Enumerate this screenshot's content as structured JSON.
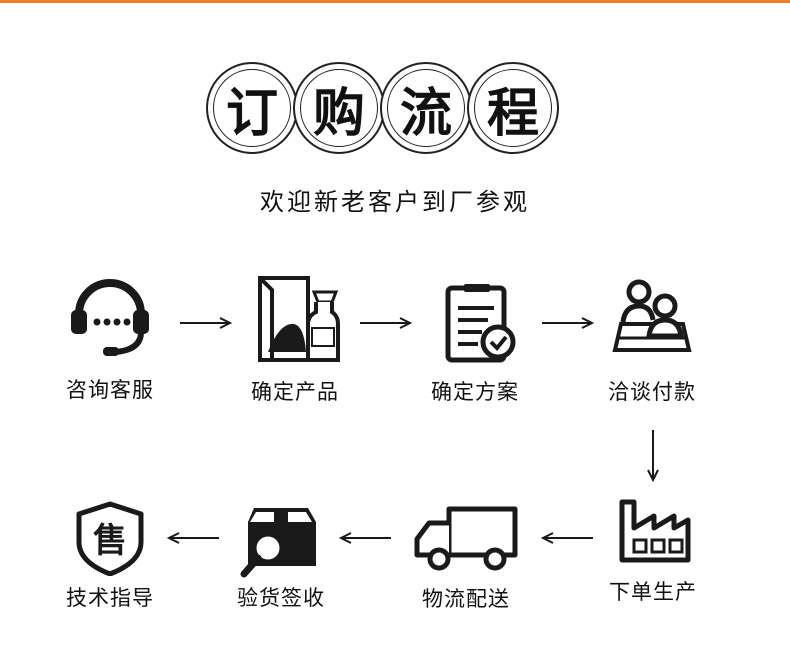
{
  "colors": {
    "accent": "#f07c2a",
    "ink": "#1a1a1a"
  },
  "title": {
    "chars": [
      "订",
      "购",
      "流",
      "程"
    ]
  },
  "subtitle": "欢迎新老客户到厂参观",
  "steps": [
    {
      "label": "咨询客服",
      "icon": "headset-icon"
    },
    {
      "label": "确定产品",
      "icon": "product-icon"
    },
    {
      "label": "确定方案",
      "icon": "clipboard-check-icon"
    },
    {
      "label": "洽谈付款",
      "icon": "meeting-icon"
    },
    {
      "label": "下单生产",
      "icon": "factory-icon"
    },
    {
      "label": "物流配送",
      "icon": "truck-icon"
    },
    {
      "label": "验货签收",
      "icon": "inspect-box-icon"
    },
    {
      "label": "技术指导",
      "icon": "shield-shou-icon"
    }
  ],
  "shield_char": "售"
}
